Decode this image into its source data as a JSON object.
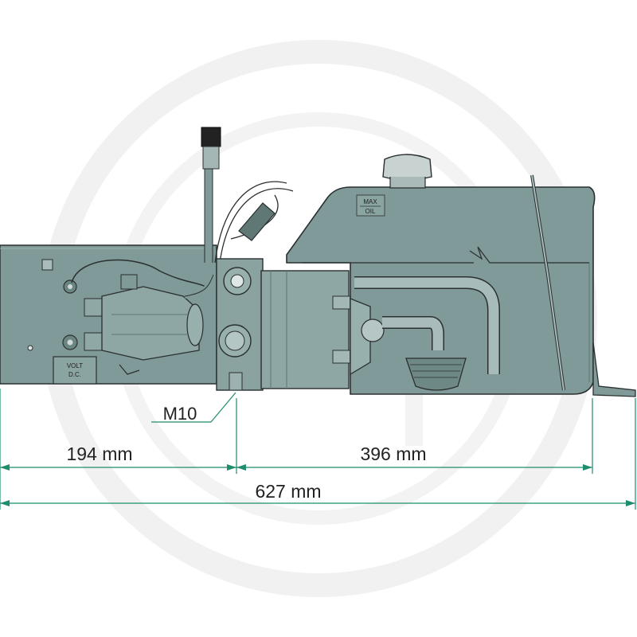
{
  "colors": {
    "body": "#7f9a98",
    "body_light": "#97b0ae",
    "body_dark": "#5f7876",
    "outline": "#2a2f2f",
    "dimension": "#1f8c6d",
    "watermark": "#f0f0f0"
  },
  "labels": {
    "volt": "VOLT",
    "dc": "D.C.",
    "max": "MAX",
    "oil": "OIL",
    "thread": "M10"
  },
  "dimensions": {
    "left": "194 mm",
    "right": "396 mm",
    "total": "627 mm"
  }
}
